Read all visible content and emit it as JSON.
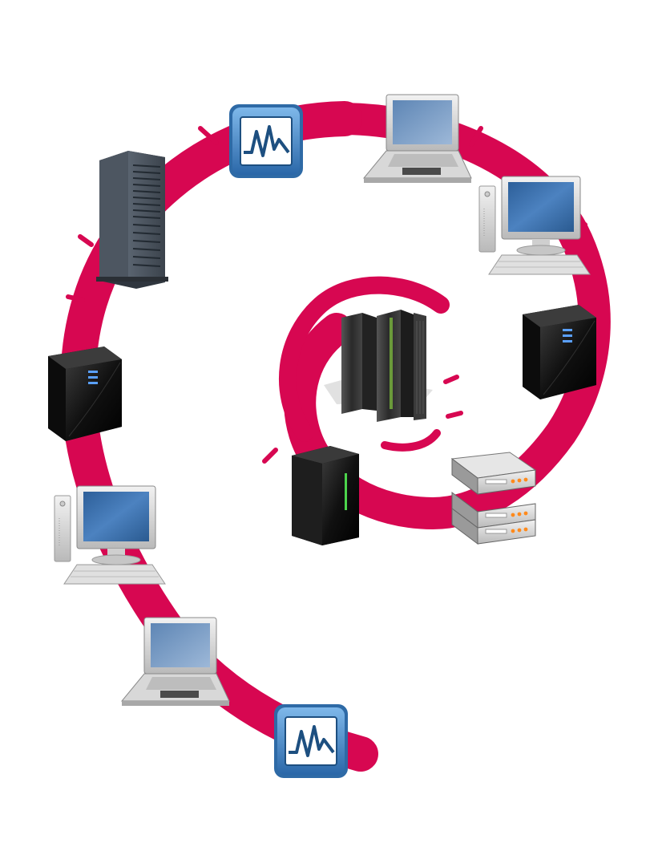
{
  "colors": {
    "swirl": "#d70751",
    "background": "#ffffff",
    "monitor_screen": "#3d6ea5",
    "server_black": "#151515",
    "led_blue": "#5aa0ff",
    "led_green": "#4cd44c",
    "led_orange": "#ff8a1c",
    "monitor_icon_blue": "#2f74b5"
  },
  "nodes": [
    {
      "id": "tower-server",
      "icon": "tower-server-icon"
    },
    {
      "id": "monitor-app-top",
      "icon": "system-monitor-icon"
    },
    {
      "id": "laptop-top",
      "icon": "laptop-icon"
    },
    {
      "id": "desktop-right",
      "icon": "desktop-computer-icon"
    },
    {
      "id": "cube-server-right",
      "icon": "cube-server-icon"
    },
    {
      "id": "mainframe-center",
      "icon": "mainframe-icon"
    },
    {
      "id": "rack-server",
      "icon": "rack-server-icon"
    },
    {
      "id": "tower-server-center",
      "icon": "tower-server-icon"
    },
    {
      "id": "cube-server-left",
      "icon": "cube-server-icon"
    },
    {
      "id": "desktop-left",
      "icon": "desktop-computer-icon"
    },
    {
      "id": "laptop-bottom",
      "icon": "laptop-icon"
    },
    {
      "id": "monitor-app-bottom",
      "icon": "system-monitor-icon"
    }
  ]
}
